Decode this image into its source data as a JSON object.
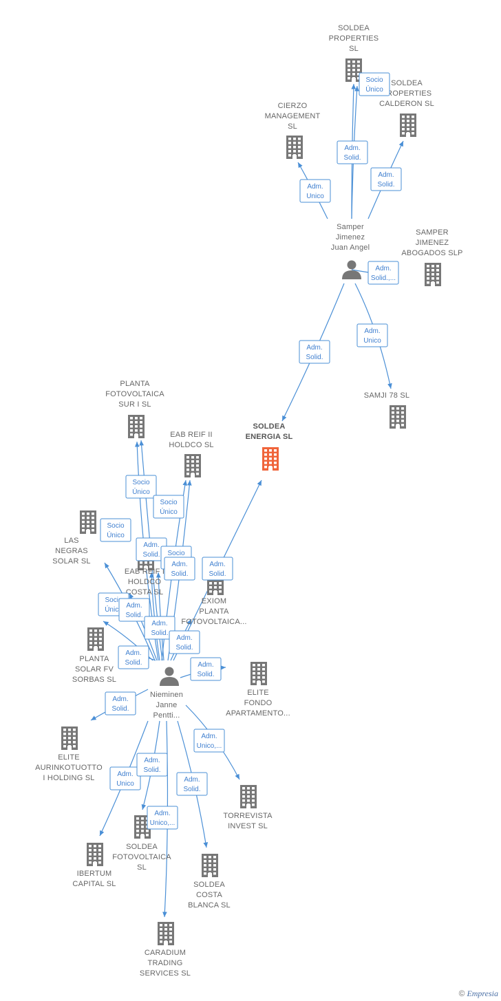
{
  "colors": {
    "edge": "#4a8fd6",
    "building": "#777777",
    "focus": "#f0643a",
    "person": "#777777"
  },
  "watermark": {
    "symbol": "©",
    "brand": "Empresia"
  },
  "nodes": [
    {
      "id": "soldea_properties",
      "kind": "company",
      "lines": [
        "SOLDEA",
        "PROPERTIES",
        "SL"
      ]
    },
    {
      "id": "soldea_properties_calderon",
      "kind": "company",
      "lines": [
        "SOLDEA",
        "PROPERTIES",
        "CALDERON  SL"
      ]
    },
    {
      "id": "cierzo",
      "kind": "company",
      "lines": [
        "CIERZO",
        "MANAGEMENT",
        "SL"
      ]
    },
    {
      "id": "samper_person",
      "kind": "person",
      "lines": [
        "Samper",
        "Jimenez",
        "Juan Angel"
      ]
    },
    {
      "id": "samper_slp",
      "kind": "company",
      "lines": [
        "SAMPER",
        "JIMENEZ",
        "ABOGADOS  SLP"
      ]
    },
    {
      "id": "samji",
      "kind": "company",
      "lines": [
        "SAMJI 78  SL"
      ]
    },
    {
      "id": "soldea_energia",
      "kind": "focus",
      "lines": [
        "SOLDEA",
        "ENERGIA  SL"
      ]
    },
    {
      "id": "planta_sur",
      "kind": "company",
      "lines": [
        "PLANTA",
        "FOTOVOLTAICA",
        "SUR I  SL"
      ]
    },
    {
      "id": "eab_reif2",
      "kind": "company",
      "lines": [
        "EAB REIF II",
        "HOLDCO  SL"
      ]
    },
    {
      "id": "las_negras",
      "kind": "company",
      "lines": [
        "LAS",
        "NEGRAS",
        "SOLAR  SL"
      ]
    },
    {
      "id": "eab_reif_costa",
      "kind": "company",
      "lines": [
        "EAB REIF I",
        "HOLDCO",
        "COSTA  SL"
      ]
    },
    {
      "id": "exiom",
      "kind": "company",
      "lines": [
        "EXIOM",
        "PLANTA",
        "FOTOVOLTAICA..."
      ]
    },
    {
      "id": "planta_sorbas",
      "kind": "company",
      "lines": [
        "PLANTA",
        "SOLAR FV",
        "SORBAS  SL"
      ]
    },
    {
      "id": "nieminen",
      "kind": "person",
      "lines": [
        "Nieminen",
        "Janne",
        "Pentti..."
      ]
    },
    {
      "id": "elite_fondo",
      "kind": "company",
      "lines": [
        "ELITE",
        "FONDO",
        "APARTAMENTO..."
      ]
    },
    {
      "id": "elite_aurink",
      "kind": "company",
      "lines": [
        "ELITE",
        "AURINKOTUOTTO",
        "I HOLDING  SL"
      ]
    },
    {
      "id": "torrevista",
      "kind": "company",
      "lines": [
        "TORREVISTA",
        "INVEST  SL"
      ]
    },
    {
      "id": "ibertum",
      "kind": "company",
      "lines": [
        "IBERTUM",
        "CAPITAL  SL"
      ]
    },
    {
      "id": "soldea_fv",
      "kind": "company",
      "lines": [
        "SOLDEA",
        "FOTOVOLTAICA",
        "SL"
      ]
    },
    {
      "id": "soldea_costa",
      "kind": "company",
      "lines": [
        "SOLDEA",
        "COSTA",
        "BLANCA  SL"
      ]
    },
    {
      "id": "caradium",
      "kind": "company",
      "lines": [
        "CARADIUM",
        "TRADING",
        "SERVICES  SL"
      ]
    }
  ],
  "edges": [
    {
      "from": "samper_person",
      "to": "soldea_properties",
      "label": [
        "Adm.",
        "Solid."
      ]
    },
    {
      "from": "samper_person",
      "to": "soldea_properties",
      "label": [
        "Socio",
        "Único"
      ]
    },
    {
      "from": "samper_person",
      "to": "soldea_properties_calderon",
      "label": [
        "Adm.",
        "Solid."
      ]
    },
    {
      "from": "samper_person",
      "to": "cierzo",
      "label": [
        "Adm.",
        "Unico"
      ]
    },
    {
      "from": "samper_person",
      "to": "samper_slp",
      "label": [
        "Adm.",
        "Solid.,..."
      ]
    },
    {
      "from": "samper_person",
      "to": "samji",
      "label": [
        "Adm.",
        "Unico"
      ]
    },
    {
      "from": "samper_person",
      "to": "soldea_energia",
      "label": [
        "Adm.",
        "Solid."
      ]
    },
    {
      "from": "nieminen",
      "to": "planta_sur",
      "label": [
        "Socio",
        "Único"
      ]
    },
    {
      "from": "nieminen",
      "to": "eab_reif2",
      "label": [
        "Socio",
        "Único"
      ]
    },
    {
      "from": "nieminen",
      "to": "las_negras",
      "label": [
        "Socio",
        "Único"
      ]
    },
    {
      "from": "nieminen",
      "to": "eab_reif_costa",
      "label": [
        "Adm.",
        "Solid."
      ]
    },
    {
      "from": "nieminen",
      "to": "eab_reif_costa",
      "label": [
        "Socio",
        "Único"
      ]
    },
    {
      "from": "nieminen",
      "to": "eab_reif2",
      "label": [
        "Adm.",
        "Solid."
      ]
    },
    {
      "from": "nieminen",
      "to": "soldea_energia",
      "label": [
        "Adm.",
        "Solid."
      ]
    },
    {
      "from": "nieminen",
      "to": "planta_sorbas",
      "label": [
        "Socio",
        "Único"
      ]
    },
    {
      "from": "nieminen",
      "to": "las_negras",
      "label": [
        "Adm.",
        "Solid."
      ]
    },
    {
      "from": "nieminen",
      "to": "planta_sur",
      "label": [
        "Adm.",
        "Solid."
      ]
    },
    {
      "from": "nieminen",
      "to": "exiom",
      "label": [
        "Adm.",
        "Solid."
      ]
    },
    {
      "from": "nieminen",
      "to": "planta_sorbas",
      "label": [
        "Adm.",
        "Solid."
      ]
    },
    {
      "from": "nieminen",
      "to": "elite_fondo",
      "label": [
        "Adm.",
        "Solid."
      ]
    },
    {
      "from": "nieminen",
      "to": "elite_aurink",
      "label": [
        "Adm.",
        "Solid."
      ]
    },
    {
      "from": "nieminen",
      "to": "torrevista",
      "label": [
        "Adm.",
        "Unico,..."
      ]
    },
    {
      "from": "nieminen",
      "to": "ibertum",
      "label": [
        "Adm.",
        "Unico"
      ]
    },
    {
      "from": "nieminen",
      "to": "soldea_fv",
      "label": [
        "Adm.",
        "Solid."
      ]
    },
    {
      "from": "nieminen",
      "to": "soldea_costa",
      "label": [
        "Adm.",
        "Solid."
      ]
    },
    {
      "from": "nieminen",
      "to": "caradium",
      "label": [
        "Adm.",
        "Unico,..."
      ]
    }
  ]
}
